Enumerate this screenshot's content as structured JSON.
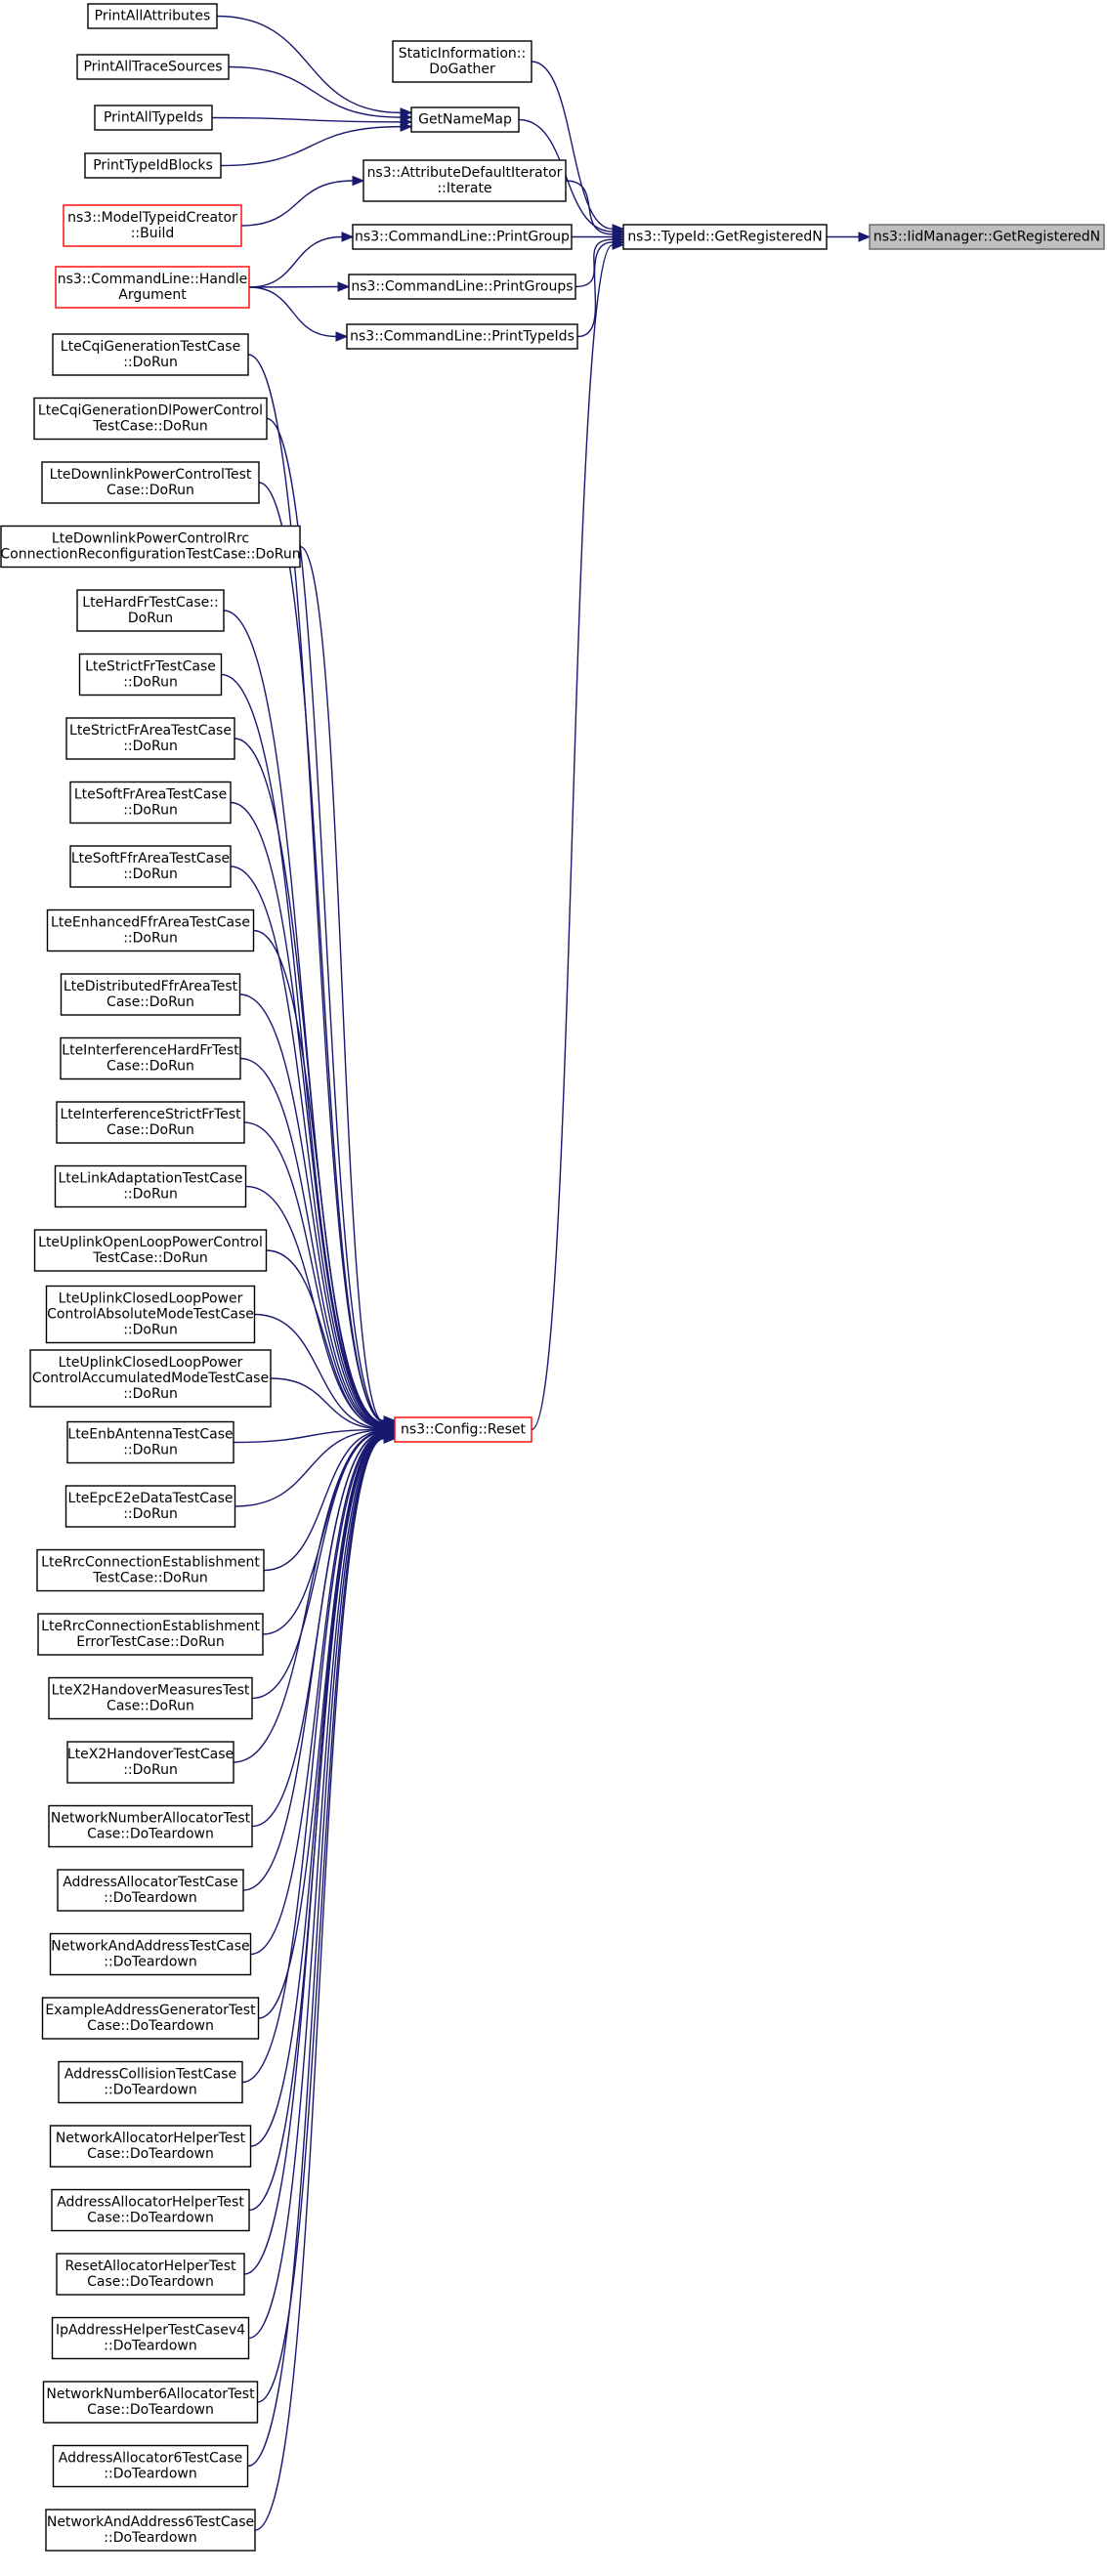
{
  "diagram": {
    "type": "call-graph",
    "direction": "right-to-left",
    "colors": {
      "edge": "#191970",
      "node_border": "#000000",
      "node_border_incomplete": "#ff0000",
      "root_fill": "#bfbfbf"
    },
    "nodes": [
      {
        "id": "root",
        "lines": [
          "ns3::IidManager::GetRegisteredN"
        ],
        "style": "root"
      },
      {
        "id": "typeid",
        "lines": [
          "ns3::TypeId::GetRegisteredN"
        ],
        "style": "normal"
      },
      {
        "id": "static",
        "lines": [
          "StaticInformation::",
          "DoGather"
        ],
        "style": "normal"
      },
      {
        "id": "getnamemap",
        "lines": [
          "GetNameMap"
        ],
        "style": "normal"
      },
      {
        "id": "attrdefault",
        "lines": [
          "ns3::AttributeDefaultIterator",
          "::Iterate"
        ],
        "style": "normal"
      },
      {
        "id": "printgroup",
        "lines": [
          "ns3::CommandLine::PrintGroup"
        ],
        "style": "normal"
      },
      {
        "id": "printgroups",
        "lines": [
          "ns3::CommandLine::PrintGroups"
        ],
        "style": "normal"
      },
      {
        "id": "printtypeids",
        "lines": [
          "ns3::CommandLine::PrintTypeIds"
        ],
        "style": "normal"
      },
      {
        "id": "config",
        "lines": [
          "ns3::Config::Reset"
        ],
        "style": "red"
      },
      {
        "id": "pattr",
        "lines": [
          "PrintAllAttributes"
        ],
        "style": "normal"
      },
      {
        "id": "ptrace",
        "lines": [
          "PrintAllTraceSources"
        ],
        "style": "normal"
      },
      {
        "id": "ptypeids",
        "lines": [
          "PrintAllTypeIds"
        ],
        "style": "normal"
      },
      {
        "id": "pblocks",
        "lines": [
          "PrintTypeIdBlocks"
        ],
        "style": "normal"
      },
      {
        "id": "modeltypeid",
        "lines": [
          "ns3::ModelTypeidCreator",
          "::Build"
        ],
        "style": "red"
      },
      {
        "id": "handlearg",
        "lines": [
          "ns3::CommandLine::Handle",
          "Argument"
        ],
        "style": "red"
      },
      {
        "id": "c1",
        "lines": [
          "LteCqiGenerationTestCase",
          "::DoRun"
        ],
        "style": "normal"
      },
      {
        "id": "c2",
        "lines": [
          "LteCqiGenerationDlPowerControl",
          "TestCase::DoRun"
        ],
        "style": "normal"
      },
      {
        "id": "c3",
        "lines": [
          "LteDownlinkPowerControlTest",
          "Case::DoRun"
        ],
        "style": "normal"
      },
      {
        "id": "c4",
        "lines": [
          "LteDownlinkPowerControlRrc",
          "ConnectionReconfigurationTestCase::DoRun"
        ],
        "style": "normal"
      },
      {
        "id": "c5",
        "lines": [
          "LteHardFrTestCase::",
          "DoRun"
        ],
        "style": "normal"
      },
      {
        "id": "c6",
        "lines": [
          "LteStrictFrTestCase",
          "::DoRun"
        ],
        "style": "normal"
      },
      {
        "id": "c7",
        "lines": [
          "LteStrictFrAreaTestCase",
          "::DoRun"
        ],
        "style": "normal"
      },
      {
        "id": "c8",
        "lines": [
          "LteSoftFrAreaTestCase",
          "::DoRun"
        ],
        "style": "normal"
      },
      {
        "id": "c9",
        "lines": [
          "LteSoftFfrAreaTestCase",
          "::DoRun"
        ],
        "style": "normal"
      },
      {
        "id": "c10",
        "lines": [
          "LteEnhancedFfrAreaTestCase",
          "::DoRun"
        ],
        "style": "normal"
      },
      {
        "id": "c11",
        "lines": [
          "LteDistributedFfrAreaTest",
          "Case::DoRun"
        ],
        "style": "normal"
      },
      {
        "id": "c12",
        "lines": [
          "LteInterferenceHardFrTest",
          "Case::DoRun"
        ],
        "style": "normal"
      },
      {
        "id": "c13",
        "lines": [
          "LteInterferenceStrictFrTest",
          "Case::DoRun"
        ],
        "style": "normal"
      },
      {
        "id": "c14",
        "lines": [
          "LteLinkAdaptationTestCase",
          "::DoRun"
        ],
        "style": "normal"
      },
      {
        "id": "c15",
        "lines": [
          "LteUplinkOpenLoopPowerControl",
          "TestCase::DoRun"
        ],
        "style": "normal"
      },
      {
        "id": "c16",
        "lines": [
          "LteUplinkClosedLoopPower",
          "ControlAbsoluteModeTestCase",
          "::DoRun"
        ],
        "style": "normal"
      },
      {
        "id": "c17",
        "lines": [
          "LteUplinkClosedLoopPower",
          "ControlAccumulatedModeTestCase",
          "::DoRun"
        ],
        "style": "normal"
      },
      {
        "id": "c18",
        "lines": [
          "LteEnbAntennaTestCase",
          "::DoRun"
        ],
        "style": "normal"
      },
      {
        "id": "c19",
        "lines": [
          "LteEpcE2eDataTestCase",
          "::DoRun"
        ],
        "style": "normal"
      },
      {
        "id": "c20",
        "lines": [
          "LteRrcConnectionEstablishment",
          "TestCase::DoRun"
        ],
        "style": "normal"
      },
      {
        "id": "c21",
        "lines": [
          "LteRrcConnectionEstablishment",
          "ErrorTestCase::DoRun"
        ],
        "style": "normal"
      },
      {
        "id": "c22",
        "lines": [
          "LteX2HandoverMeasuresTest",
          "Case::DoRun"
        ],
        "style": "normal"
      },
      {
        "id": "c23",
        "lines": [
          "LteX2HandoverTestCase",
          "::DoRun"
        ],
        "style": "normal"
      },
      {
        "id": "c24",
        "lines": [
          "NetworkNumberAllocatorTest",
          "Case::DoTeardown"
        ],
        "style": "normal"
      },
      {
        "id": "c25",
        "lines": [
          "AddressAllocatorTestCase",
          "::DoTeardown"
        ],
        "style": "normal"
      },
      {
        "id": "c26",
        "lines": [
          "NetworkAndAddressTestCase",
          "::DoTeardown"
        ],
        "style": "normal"
      },
      {
        "id": "c27",
        "lines": [
          "ExampleAddressGeneratorTest",
          "Case::DoTeardown"
        ],
        "style": "normal"
      },
      {
        "id": "c28",
        "lines": [
          "AddressCollisionTestCase",
          "::DoTeardown"
        ],
        "style": "normal"
      },
      {
        "id": "c29",
        "lines": [
          "NetworkAllocatorHelperTest",
          "Case::DoTeardown"
        ],
        "style": "normal"
      },
      {
        "id": "c30",
        "lines": [
          "AddressAllocatorHelperTest",
          "Case::DoTeardown"
        ],
        "style": "normal"
      },
      {
        "id": "c31",
        "lines": [
          "ResetAllocatorHelperTest",
          "Case::DoTeardown"
        ],
        "style": "normal"
      },
      {
        "id": "c32",
        "lines": [
          "IpAddressHelperTestCasev4",
          "::DoTeardown"
        ],
        "style": "normal"
      },
      {
        "id": "c33",
        "lines": [
          "NetworkNumber6AllocatorTest",
          "Case::DoTeardown"
        ],
        "style": "normal"
      },
      {
        "id": "c34",
        "lines": [
          "AddressAllocator6TestCase",
          "::DoTeardown"
        ],
        "style": "normal"
      },
      {
        "id": "c35",
        "lines": [
          "NetworkAndAddress6TestCase",
          "::DoTeardown"
        ],
        "style": "normal"
      }
    ],
    "edges": [
      {
        "from": "typeid",
        "to": "root"
      },
      {
        "from": "static",
        "to": "typeid"
      },
      {
        "from": "getnamemap",
        "to": "typeid"
      },
      {
        "from": "attrdefault",
        "to": "typeid"
      },
      {
        "from": "printgroup",
        "to": "typeid"
      },
      {
        "from": "printgroups",
        "to": "typeid"
      },
      {
        "from": "printtypeids",
        "to": "typeid"
      },
      {
        "from": "config",
        "to": "typeid"
      },
      {
        "from": "pattr",
        "to": "getnamemap"
      },
      {
        "from": "ptrace",
        "to": "getnamemap"
      },
      {
        "from": "ptypeids",
        "to": "getnamemap"
      },
      {
        "from": "pblocks",
        "to": "getnamemap"
      },
      {
        "from": "modeltypeid",
        "to": "attrdefault"
      },
      {
        "from": "handlearg",
        "to": "printgroup"
      },
      {
        "from": "handlearg",
        "to": "printgroups"
      },
      {
        "from": "handlearg",
        "to": "printtypeids"
      },
      {
        "from": "c1",
        "to": "config"
      },
      {
        "from": "c2",
        "to": "config"
      },
      {
        "from": "c3",
        "to": "config"
      },
      {
        "from": "c4",
        "to": "config"
      },
      {
        "from": "c5",
        "to": "config"
      },
      {
        "from": "c6",
        "to": "config"
      },
      {
        "from": "c7",
        "to": "config"
      },
      {
        "from": "c8",
        "to": "config"
      },
      {
        "from": "c9",
        "to": "config"
      },
      {
        "from": "c10",
        "to": "config"
      },
      {
        "from": "c11",
        "to": "config"
      },
      {
        "from": "c12",
        "to": "config"
      },
      {
        "from": "c13",
        "to": "config"
      },
      {
        "from": "c14",
        "to": "config"
      },
      {
        "from": "c15",
        "to": "config"
      },
      {
        "from": "c16",
        "to": "config"
      },
      {
        "from": "c17",
        "to": "config"
      },
      {
        "from": "c18",
        "to": "config"
      },
      {
        "from": "c19",
        "to": "config"
      },
      {
        "from": "c20",
        "to": "config"
      },
      {
        "from": "c21",
        "to": "config"
      },
      {
        "from": "c22",
        "to": "config"
      },
      {
        "from": "c23",
        "to": "config"
      },
      {
        "from": "c24",
        "to": "config"
      },
      {
        "from": "c25",
        "to": "config"
      },
      {
        "from": "c26",
        "to": "config"
      },
      {
        "from": "c27",
        "to": "config"
      },
      {
        "from": "c28",
        "to": "config"
      },
      {
        "from": "c29",
        "to": "config"
      },
      {
        "from": "c30",
        "to": "config"
      },
      {
        "from": "c31",
        "to": "config"
      },
      {
        "from": "c32",
        "to": "config"
      },
      {
        "from": "c33",
        "to": "config"
      },
      {
        "from": "c34",
        "to": "config"
      },
      {
        "from": "c35",
        "to": "config"
      }
    ]
  }
}
